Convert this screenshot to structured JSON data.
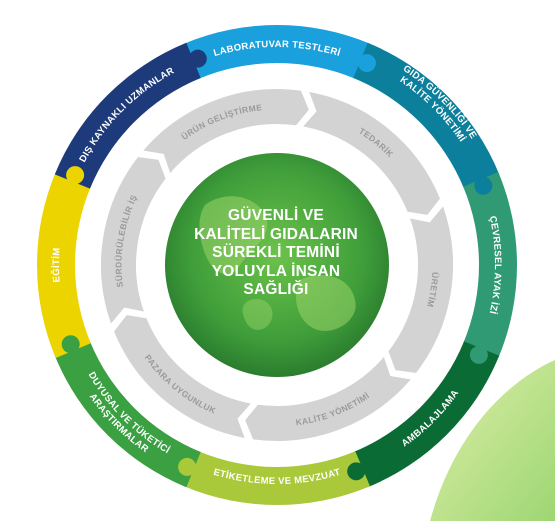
{
  "diagram": {
    "center": {
      "lines": [
        "GÜVENLİ VE",
        "KALİTELİ GIDALARIN",
        "SÜREKLİ TEMİNİ",
        "YOLUYLA İNSAN",
        "SAĞLIĞI"
      ]
    },
    "outer_ring": [
      {
        "label": "LABORATUVAR TESTLERİ",
        "color": "#1aa0dc"
      },
      {
        "label": "GIDA GÜVENLİĞİ VE",
        "label2": "KALİTE YÖNETİMİ",
        "color": "#0b7f9b"
      },
      {
        "label": "ÇEVRESEL AYAK İZİ",
        "color": "#2f9a73"
      },
      {
        "label": "AMBALAJLAMA",
        "color": "#0b6b34"
      },
      {
        "label": "ETİKETLEME VE MEVZUAT",
        "color": "#a9c93a"
      },
      {
        "label": "DUYUSAL VE TÜKETİCİ",
        "label2": "ARAŞTIRMALAR",
        "color": "#3aa042"
      },
      {
        "label": "EĞİTİM",
        "color": "#ecd400"
      },
      {
        "label": "DIŞ KAYNAKLI UZMANLAR",
        "color": "#1d3b7a"
      }
    ],
    "inner_ring": [
      {
        "label": "ÜRÜN GELİŞTİRME"
      },
      {
        "label": "TEDARİK"
      },
      {
        "label": "ÜRETİM"
      },
      {
        "label": "KALİTE YÖNETİMİ"
      },
      {
        "label": "PAZARA UYGUNLUK"
      },
      {
        "label": "SÜRDÜRÜLEBİLİR İŞ"
      }
    ]
  }
}
